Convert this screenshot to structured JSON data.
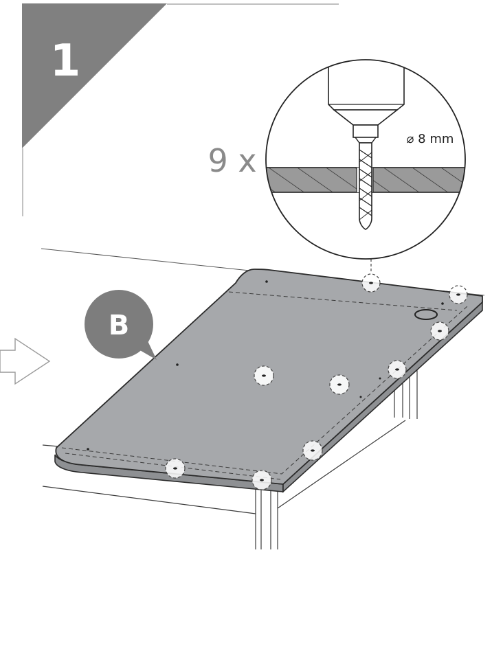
{
  "step": {
    "number": "1",
    "quantity_label": "9 x",
    "drill_size_label": "⌀ 8 mm"
  },
  "part": {
    "letter": "B"
  },
  "icons": {
    "direction_arrow": "arrow-right-outline-icon",
    "drill": "drill-bit-icon"
  },
  "colors": {
    "step_badge": "#808080",
    "panel_fill": "#a6a8ab",
    "panel_edge": "#2b2b2b",
    "part_bubble": "#7d7d7d",
    "qty_text": "#8a8a8a"
  }
}
